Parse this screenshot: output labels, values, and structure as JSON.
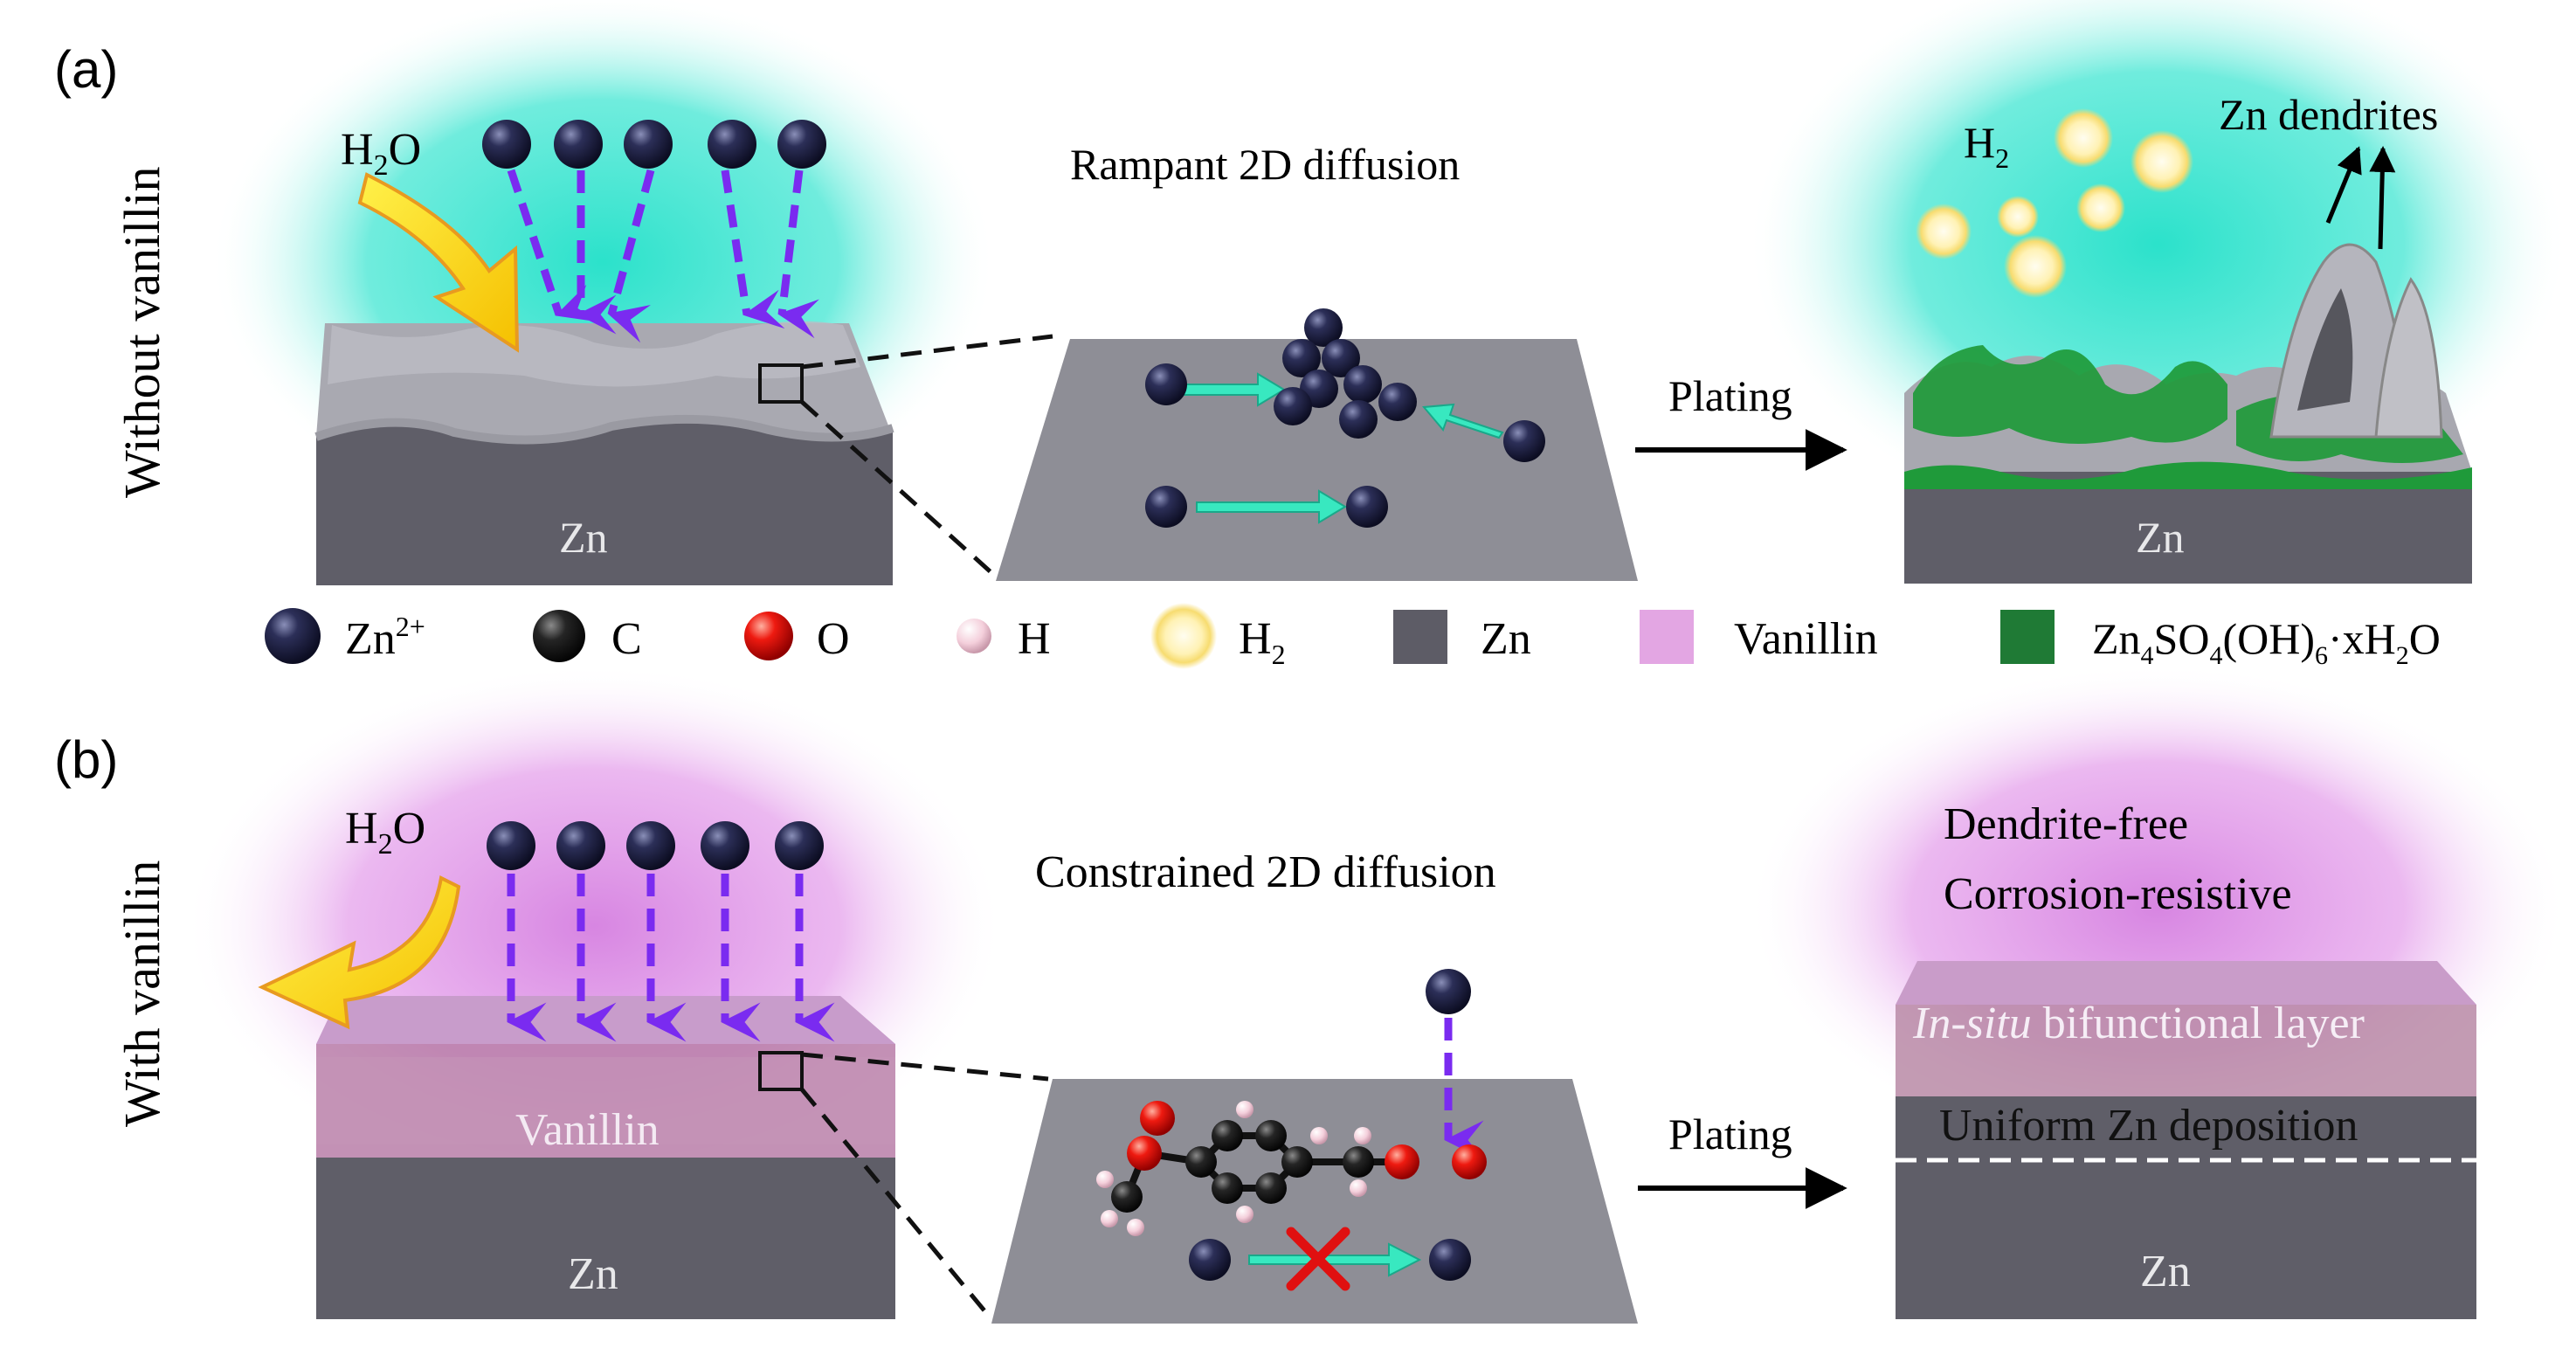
{
  "panel_a": {
    "label": "(a)",
    "side": "Without vanillin",
    "water": "H",
    "water_sub": "2",
    "water_o": "O",
    "mid_title": "Rampant 2D diffusion",
    "plating": "Plating",
    "h2": "H",
    "h2_sub": "2",
    "dendrites": "Zn dendrites",
    "zn_left": "Zn",
    "zn_right": "Zn"
  },
  "legend": {
    "zn_ion": "Zn",
    "zn_ion_sup": "2+",
    "c": "C",
    "o": "O",
    "h": "H",
    "h2": "H",
    "h2_sub": "2",
    "zn": "Zn",
    "vanillin": "Vanillin",
    "zhs_a": "Zn",
    "zhs_a_sub": "4",
    "zhs_b": "SO",
    "zhs_b_sub": "4",
    "zhs_c": "(OH)",
    "zhs_c_sub": "6",
    "zhs_d": "·xH",
    "zhs_d_sub": "2",
    "zhs_e": "O"
  },
  "panel_b": {
    "label": "(b)",
    "side": "With vanillin",
    "water": "H",
    "water_sub": "2",
    "water_o": "O",
    "mid_title": "Constrained 2D diffusion",
    "plating": "Plating",
    "vanillin": "Vanillin",
    "zn_left": "Zn",
    "zn_right": "Zn",
    "line1": "Dendrite-free",
    "line2": "Corrosion-resistive",
    "layer_italic": "In-situ",
    "layer_rest": " bifunctional layer",
    "uniform": "Uniform Zn deposition"
  },
  "colors": {
    "zn_ion": "#1e2040",
    "carbon": "#1a1a1a",
    "oxygen": "#e01010",
    "hydrogen": "#f2c8d4",
    "h2": "#fff2b0",
    "zn_metal": "#5d5c66",
    "vanillin": "#e3a6e3",
    "zhs": "#1f7a35",
    "cyan_glow": "#24dcc8",
    "pink_glow": "#dc8ce6",
    "arrow_purple": "#7a2bf0",
    "diff_arrow": "#38e8c0",
    "cross": "#e01010"
  }
}
